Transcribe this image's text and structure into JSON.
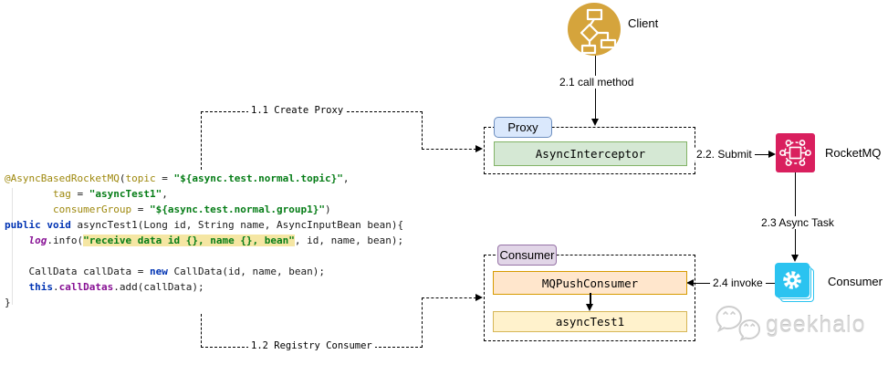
{
  "diagram": {
    "client": {
      "label": "Client"
    },
    "proxy": {
      "label": "Proxy",
      "interceptor": "AsyncInterceptor"
    },
    "rocketmq": {
      "label": "RocketMQ"
    },
    "consumer_group": {
      "label": "Consumer",
      "push_consumer": "MQPushConsumer",
      "method": "asyncTest1"
    },
    "consumer_icon": {
      "label": "Consumer"
    },
    "edges": {
      "create_proxy": "1.1 Create Proxy",
      "registry_consumer": "1.2 Registry Consumer",
      "call_method": "2.1 call method",
      "submit": "2.2. Submit",
      "async_task": "2.3 Async Task",
      "invoke": "2.4 invoke"
    }
  },
  "icons": {
    "client": "flowchart-icon",
    "rocketmq": "network-nodes-icon",
    "consumer": "gear-stack-icon",
    "watermark": "wechat-icon"
  },
  "colors": {
    "client_gold": "#D5A43C",
    "rocketmq_pink": "#D91F5E",
    "consumer_cyan": "#2BC3F0",
    "proxy_tag_fill": "#DAE8FC",
    "proxy_tag_border": "#6C8EBF",
    "interceptor_fill": "#D5E8D4",
    "interceptor_border": "#82B366",
    "consumer_tag_fill": "#E1D5E7",
    "consumer_tag_border": "#9673A6",
    "push_consumer_fill": "#FFE6CC",
    "push_consumer_border": "#D79B00",
    "async_test_fill": "#FFF2CC",
    "async_test_border": "#D6B656",
    "string_green": "#067D17",
    "keyword_blue": "#0033B3",
    "annotation_olive": "#9E880D",
    "field_purple": "#871094",
    "highlight_yellow": "#F5E6A3"
  },
  "watermark": {
    "text": "geekhalo"
  },
  "code": {
    "lines": [
      [
        {
          "t": "@AsyncBasedRocketMQ",
          "c": "ann"
        },
        {
          "t": "(",
          "c": "pl"
        },
        {
          "t": "topic",
          "c": "ann"
        },
        {
          "t": " = ",
          "c": "pl"
        },
        {
          "t": "\"${async.test.normal.topic}\"",
          "c": "str"
        },
        {
          "t": ",",
          "c": "pl"
        }
      ],
      [
        {
          "t": "        ",
          "c": "pl"
        },
        {
          "t": "tag",
          "c": "ann"
        },
        {
          "t": " = ",
          "c": "pl"
        },
        {
          "t": "\"asyncTest1\"",
          "c": "str"
        },
        {
          "t": ",",
          "c": "pl"
        }
      ],
      [
        {
          "t": "        ",
          "c": "pl"
        },
        {
          "t": "consumerGroup",
          "c": "ann"
        },
        {
          "t": " = ",
          "c": "pl"
        },
        {
          "t": "\"${async.test.normal.group1}\"",
          "c": "str"
        },
        {
          "t": ")",
          "c": "pl"
        }
      ],
      [
        {
          "t": "public void",
          "c": "kw"
        },
        {
          "t": " asyncTest1(Long id, String name, AsyncInputBean bean){",
          "c": "pl"
        }
      ],
      [
        {
          "t": "    ",
          "c": "pl"
        },
        {
          "t": "log",
          "c": "fld-i"
        },
        {
          "t": ".info(",
          "c": "pl"
        },
        {
          "t": "\"receive data id {}, name {}, bean\"",
          "c": "str-hl"
        },
        {
          "t": ", id, name, bean);",
          "c": "pl"
        }
      ],
      [],
      [
        {
          "t": "    CallData callData = ",
          "c": "pl"
        },
        {
          "t": "new",
          "c": "kw"
        },
        {
          "t": " CallData(id, name, bean);",
          "c": "pl"
        }
      ],
      [
        {
          "t": "    ",
          "c": "pl"
        },
        {
          "t": "this",
          "c": "kw"
        },
        {
          "t": ".",
          "c": "pl"
        },
        {
          "t": "callDatas",
          "c": "fld"
        },
        {
          "t": ".add(callData);",
          "c": "pl"
        }
      ],
      [
        {
          "t": "}",
          "c": "pl"
        }
      ]
    ]
  }
}
